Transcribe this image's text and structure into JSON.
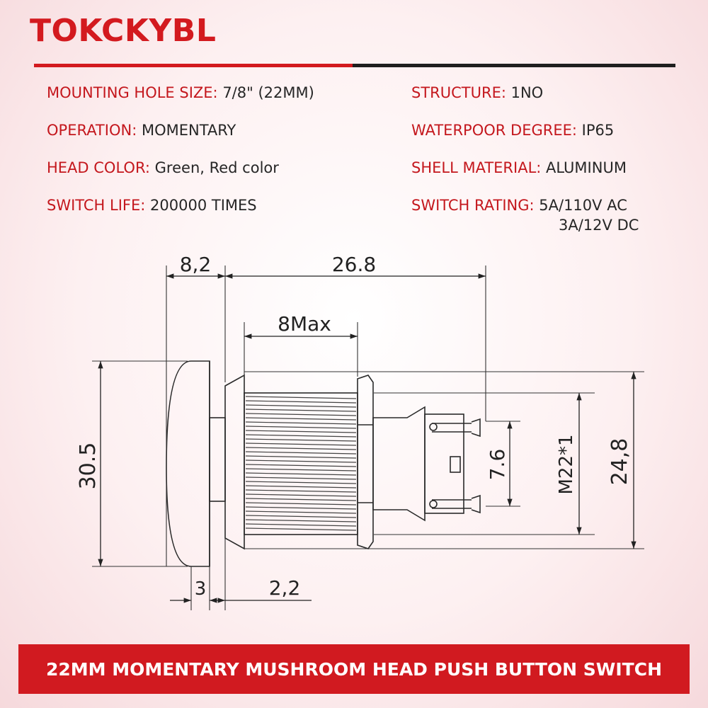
{
  "brand": "TOKCKYBL",
  "colors": {
    "accent": "#d31a1f",
    "rule_dark": "#1f1f1f",
    "footer_bg": "#d11a20",
    "text": "#262626"
  },
  "specs": {
    "mounting": {
      "label": "MOUNTING HOLE SIZE:",
      "value": "7/8\" (22MM)"
    },
    "operation": {
      "label": "OPERATION:",
      "value": "MOMENTARY"
    },
    "head_color": {
      "label": "HEAD COLOR:",
      "value": "Green, Red color"
    },
    "life": {
      "label": "SWITCH LIFE:",
      "value": "200000 TIMES"
    },
    "structure": {
      "label": "STRUCTURE:",
      "value": "1NO"
    },
    "waterproof": {
      "label": "WATERPOOR DEGREE:",
      "value": "IP65"
    },
    "shell": {
      "label": "SHELL MATERIAL:",
      "value": "ALUMINUM"
    },
    "rating": {
      "label": "SWITCH RATING:",
      "value": "5A/110V AC",
      "value2": "3A/12V DC"
    }
  },
  "dimensions": {
    "d_8_2": "8,2",
    "d_26_8": "26.8",
    "d_8max": "8Max",
    "d_30_5": "30.5",
    "d_7_6": "7.6",
    "d_m22": "M22*1",
    "d_24_8": "24,8",
    "d_3": "3",
    "d_2_2": "2,2"
  },
  "footer": "22MM MOMENTARY MUSHROOM HEAD PUSH BUTTON SWITCH"
}
